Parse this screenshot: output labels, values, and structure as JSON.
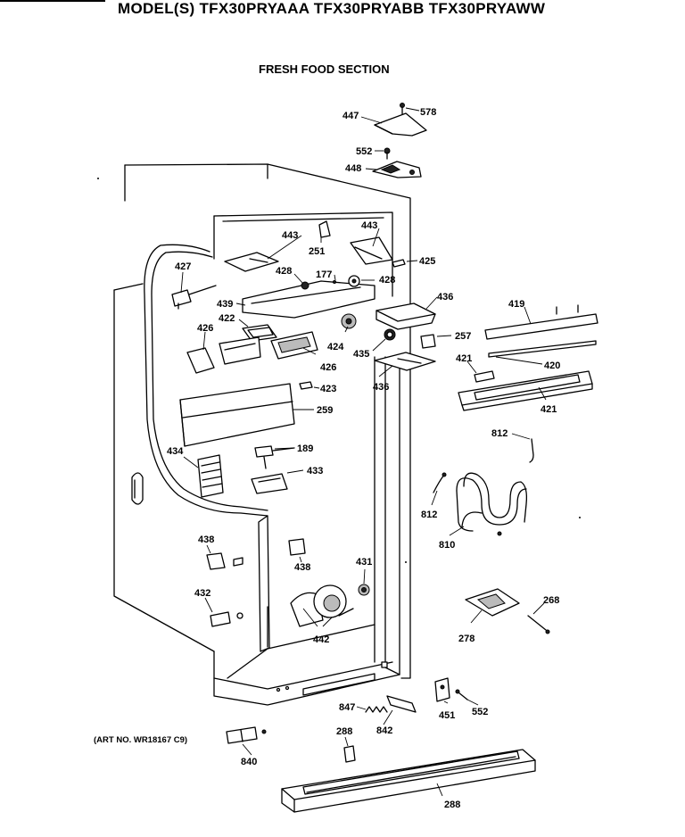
{
  "title": "MODEL(S) TFX30PRYAAA  TFX30PRYABB  TFX30PRYAWW",
  "subtitle": "FRESH FOOD SECTION",
  "art_number": "(ART NO. WR18167 C9)",
  "callouts": [
    {
      "id": "578",
      "text": "578"
    },
    {
      "id": "447",
      "text": "447"
    },
    {
      "id": "552a",
      "text": "552"
    },
    {
      "id": "448",
      "text": "448"
    },
    {
      "id": "443a",
      "text": "443"
    },
    {
      "id": "251",
      "text": "251"
    },
    {
      "id": "443b",
      "text": "443"
    },
    {
      "id": "425",
      "text": "425"
    },
    {
      "id": "427",
      "text": "427"
    },
    {
      "id": "428a",
      "text": "428"
    },
    {
      "id": "177",
      "text": "177"
    },
    {
      "id": "428b",
      "text": "428"
    },
    {
      "id": "436a",
      "text": "436"
    },
    {
      "id": "419",
      "text": "419"
    },
    {
      "id": "439",
      "text": "439"
    },
    {
      "id": "422",
      "text": "422"
    },
    {
      "id": "426a",
      "text": "426"
    },
    {
      "id": "424",
      "text": "424"
    },
    {
      "id": "435",
      "text": "435"
    },
    {
      "id": "257",
      "text": "257"
    },
    {
      "id": "426b",
      "text": "426"
    },
    {
      "id": "436b",
      "text": "436"
    },
    {
      "id": "421a",
      "text": "421"
    },
    {
      "id": "420",
      "text": "420"
    },
    {
      "id": "423",
      "text": "423"
    },
    {
      "id": "259",
      "text": "259"
    },
    {
      "id": "421b",
      "text": "421"
    },
    {
      "id": "812a",
      "text": "812"
    },
    {
      "id": "189",
      "text": "189"
    },
    {
      "id": "434",
      "text": "434"
    },
    {
      "id": "433",
      "text": "433"
    },
    {
      "id": "812b",
      "text": "812"
    },
    {
      "id": "810",
      "text": "810"
    },
    {
      "id": "438a",
      "text": "438"
    },
    {
      "id": "438b",
      "text": "438"
    },
    {
      "id": "431",
      "text": "431"
    },
    {
      "id": "268",
      "text": "268"
    },
    {
      "id": "432",
      "text": "432"
    },
    {
      "id": "442",
      "text": "442"
    },
    {
      "id": "278",
      "text": "278"
    },
    {
      "id": "847",
      "text": "847"
    },
    {
      "id": "842",
      "text": "842"
    },
    {
      "id": "451",
      "text": "451"
    },
    {
      "id": "552b",
      "text": "552"
    },
    {
      "id": "288a",
      "text": "288"
    },
    {
      "id": "840",
      "text": "840"
    },
    {
      "id": "288b",
      "text": "288"
    }
  ]
}
